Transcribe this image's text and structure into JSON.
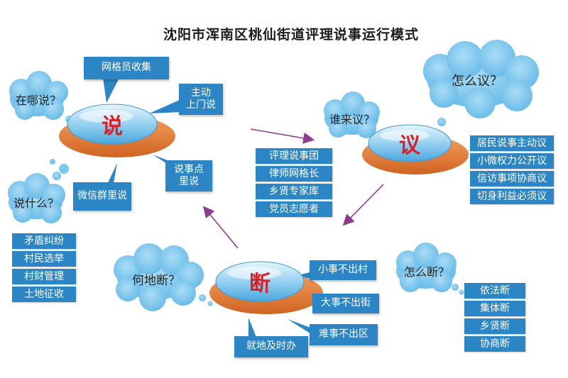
{
  "title": "沈阳市浑南区桃仙街道评理说事运行模式",
  "hubs": {
    "shuo": "说",
    "yi": "议",
    "duan": "断"
  },
  "clouds": {
    "zai_na_shuo": "在哪说？",
    "shuo_shen_me": "说什么？",
    "shui_lai_yi": "谁来议？",
    "zen_me_yi": "怎么议？",
    "he_di_duan": "何地断？",
    "zen_me_duan": "怎么断？"
  },
  "callouts": {
    "wang_ge_yuan": "网格员收集",
    "zhu_dong": "主动\n上门说",
    "shuo_shi_dian": "说事点\n里说",
    "wei_xin_qun": "微信群里说",
    "xiao_shi": "小事不出村",
    "da_shi": "大事不出街",
    "nan_shi": "难事不出区",
    "jiu_di": "就地及时办"
  },
  "lists": {
    "topics": [
      "矛盾纠纷",
      "村民选举",
      "村财管理",
      "土地征收"
    ],
    "who": [
      "评理说事团",
      "律师网格长",
      "乡贤专家库",
      "党员志愿者"
    ],
    "how_yi": [
      "居民说事主动议",
      "小微权力公开议",
      "信访事项协商议",
      "切身利益必须议"
    ],
    "how_duan": [
      "依法断",
      "集体断",
      "乡贤断",
      "协商断"
    ]
  },
  "colors": {
    "box_blue": "#2c86c6",
    "cloud_blue": "#79c7ee",
    "hub_top": "#bfe3f7",
    "hub_base": "#e8843a",
    "hub_char_red": "#d8222a",
    "arrow_purple": "#8e3b8e"
  }
}
